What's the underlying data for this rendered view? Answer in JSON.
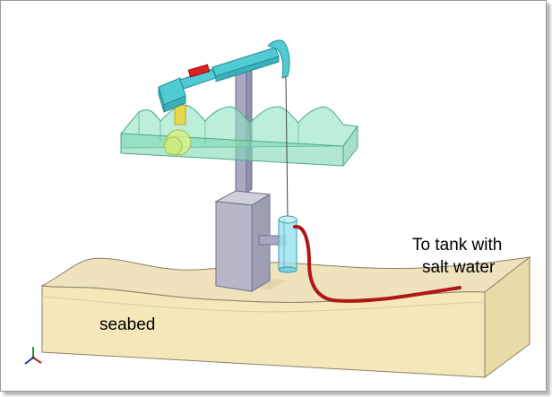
{
  "labels": {
    "seabed": "seabed",
    "tank_line1": "To tank with",
    "tank_line2": "salt water"
  },
  "colors": {
    "seabed_top": "#eee3bd",
    "seabed_front": "#f4e7b9",
    "seabed_side": "#e8dba8",
    "tower": "#a9a9c4",
    "base": "#b7b7c8",
    "beam": "#4fcbd3",
    "crank_frame": "#8fe2c0",
    "counterweight": "#d6f08a",
    "pump_cylinder": "#9fe3ee",
    "hose": "#b01818",
    "red_part": "#e02020"
  },
  "icons": {
    "axis_triad": "axis-triad-icon"
  }
}
